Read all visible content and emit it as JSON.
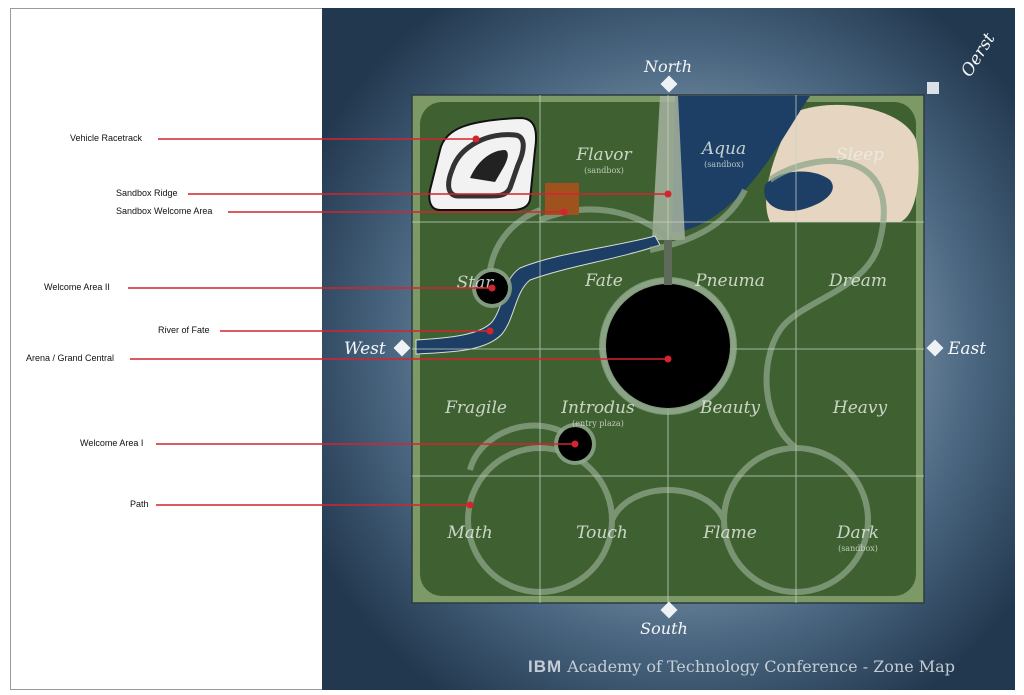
{
  "callouts": [
    {
      "id": "vehicle-racetrack",
      "label": "Vehicle Racetrack"
    },
    {
      "id": "sandbox-ridge",
      "label": "Sandbox Ridge"
    },
    {
      "id": "sandbox-welcome-area",
      "label": "Sandbox Welcome Area"
    },
    {
      "id": "welcome-area-ii",
      "label": "Welcome Area II"
    },
    {
      "id": "river-of-fate",
      "label": "River of Fate"
    },
    {
      "id": "arena-grand-central",
      "label": "Arena / Grand Central"
    },
    {
      "id": "welcome-area-i",
      "label": "Welcome Area I"
    },
    {
      "id": "path",
      "label": "Path"
    }
  ],
  "zones": [
    {
      "id": "flavor",
      "label": "Flavor",
      "sub": "(sandbox)"
    },
    {
      "id": "aqua",
      "label": "Aqua",
      "sub": "(sandbox)"
    },
    {
      "id": "sleep",
      "label": "Sleep",
      "sub": ""
    },
    {
      "id": "star",
      "label": "Star",
      "sub": ""
    },
    {
      "id": "fate",
      "label": "Fate",
      "sub": ""
    },
    {
      "id": "pneuma",
      "label": "Pneuma",
      "sub": ""
    },
    {
      "id": "dream",
      "label": "Dream",
      "sub": ""
    },
    {
      "id": "fragile",
      "label": "Fragile",
      "sub": ""
    },
    {
      "id": "introdus",
      "label": "Introdus",
      "sub": "(entry plaza)"
    },
    {
      "id": "beauty",
      "label": "Beauty",
      "sub": ""
    },
    {
      "id": "heavy",
      "label": "Heavy",
      "sub": ""
    },
    {
      "id": "math",
      "label": "Math",
      "sub": ""
    },
    {
      "id": "touch",
      "label": "Touch",
      "sub": ""
    },
    {
      "id": "flame",
      "label": "Flame",
      "sub": ""
    },
    {
      "id": "dark",
      "label": "Dark",
      "sub": "(sandbox)"
    }
  ],
  "compass": {
    "north": "North",
    "south": "South",
    "east": "East",
    "west": "West",
    "oerst": "Oerst"
  },
  "footer": {
    "brand": "IBM",
    "title": "Academy of Technology Conference - Zone Map"
  },
  "colors": {
    "callout_line": "#d4242e",
    "grass": "#3f6131",
    "grass_border": "#8fae7a",
    "water": "#1d3f66",
    "sand": "#e6d5c0",
    "path": "#8ea68a",
    "arena": "#000000",
    "sandbox_welcome": "#a0521e"
  },
  "icons": {
    "compass_marker": "diamond-icon",
    "callout_endpoint": "red-dot-icon",
    "racetrack": "racetrack-icon"
  }
}
